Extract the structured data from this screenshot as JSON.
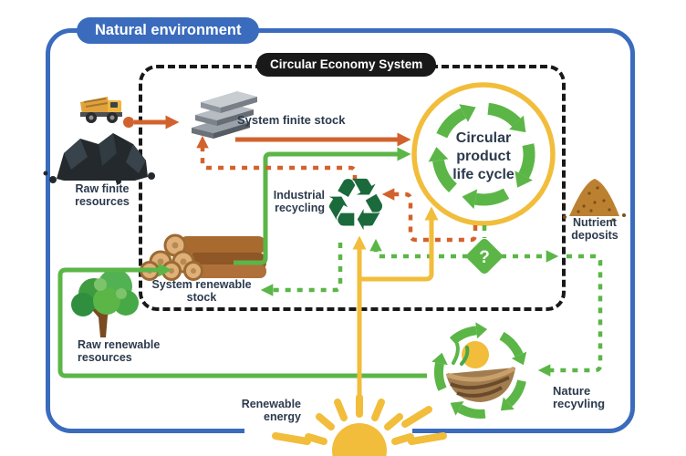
{
  "title": "Natural environment - Circular Economy System diagram",
  "labels": {
    "natural_env": "Natural environment",
    "ces": "Circular Economy System",
    "finite_stock": "System finite stock",
    "raw_finite_1": "Raw finite",
    "raw_finite_2": "resources",
    "renew_stock_1": "System renewable",
    "renew_stock_2": "stock",
    "raw_renew_1": "Raw renewable",
    "raw_renew_2": "resources",
    "industrial_1": "Industrial",
    "industrial_2": "recycling",
    "circle_1": "Circular",
    "circle_2": "product",
    "circle_3": "life cycle",
    "nutrient_1": "Nutrient",
    "nutrient_2": "deposits",
    "nature_1": "Nature",
    "nature_2": "recyvling",
    "renewable_1": "Renewable",
    "renewable_2": "energy",
    "question": "?"
  },
  "colors": {
    "blue": "#3a6bbd",
    "orange": "#d2622d",
    "green": "#5bb647",
    "dark_green": "#1a6a3c",
    "yellow": "#f1bd3b",
    "ink": "#2c3a4d",
    "black": "#191919"
  },
  "icons": {
    "dump-truck-icon": "yellow dump truck",
    "coal-pile-icon": "black coal heap",
    "steel-beams-icon": "stacked steel beams",
    "logs-icon": "stacked timber logs",
    "tree-icon": "broadleaf tree",
    "recycling-symbol-icon": "chasing-arrows recycling symbol",
    "product-cycle-icon": "green circular arrows loop in yellow ring",
    "nutrient-pile-icon": "brown nutrient heap",
    "nature-cycle-icon": "nature cycle with sun and soil",
    "sun-icon": "sun with rays",
    "question-diamond-icon": "question-mark diamond"
  },
  "flows": [
    {
      "from": "Raw finite resources",
      "to": "System finite stock",
      "style": "solid",
      "color": "orange"
    },
    {
      "from": "System finite stock",
      "to": "Circular product life cycle",
      "style": "solid",
      "color": "orange"
    },
    {
      "from": "Industrial recycling",
      "to": "System finite stock",
      "style": "dashed",
      "color": "orange"
    },
    {
      "from": "Circular product life cycle",
      "to": "Industrial recycling",
      "style": "dashed",
      "color": "orange"
    },
    {
      "from": "Raw renewable resources / Nature recycling",
      "to": "System renewable stock",
      "style": "solid",
      "color": "green"
    },
    {
      "from": "System renewable stock",
      "to": "Circular product life cycle",
      "style": "solid",
      "color": "green"
    },
    {
      "from": "Industrial recycling",
      "to": "System renewable stock",
      "style": "dashed",
      "color": "green"
    },
    {
      "from": "Circular product life cycle",
      "to": "question",
      "style": "dashed",
      "color": "green"
    },
    {
      "from": "question",
      "to": "Industrial recycling",
      "style": "dashed",
      "color": "green"
    },
    {
      "from": "question",
      "to": "Nature recycling (via Nutrient deposits)",
      "style": "dashed",
      "color": "green"
    },
    {
      "from": "Renewable energy",
      "to": "Industrial recycling",
      "style": "solid",
      "color": "yellow"
    },
    {
      "from": "Renewable energy",
      "to": "Circular product life cycle",
      "style": "solid",
      "color": "yellow"
    }
  ]
}
